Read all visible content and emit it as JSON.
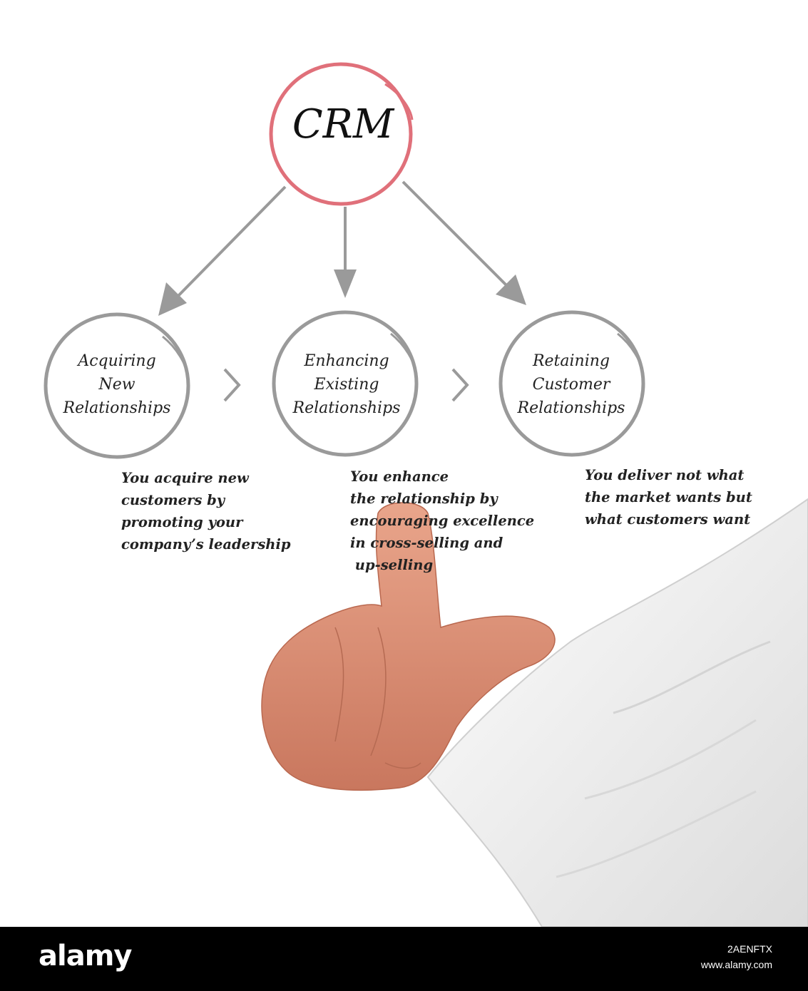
{
  "diagram": {
    "center": "CRM",
    "nodes": [
      {
        "lines": [
          "Acquiring",
          "New",
          "Relationships"
        ],
        "description": [
          "You acquire new",
          "customers by",
          "promoting your",
          "company’s leadership"
        ]
      },
      {
        "lines": [
          "Enhancing",
          "Existing",
          "Relationships"
        ],
        "description": [
          "You enhance",
          "the relationship by",
          "encouraging excellence",
          "in cross-selling and",
          " up-selling"
        ]
      },
      {
        "lines": [
          "Retaining",
          "Customer",
          "Relationships"
        ],
        "description": [
          "You deliver not what",
          "the market wants but",
          "what customers want"
        ]
      }
    ],
    "colors": {
      "center_circle": "#e0707a",
      "node_circle": "#9a9a9a",
      "arrow": "#9a9a9a"
    }
  },
  "footer": {
    "logo": "alamy",
    "image_id": "2AENFTX",
    "site": "www.alamy.com"
  },
  "icons": [
    "hand-pointing-icon"
  ]
}
